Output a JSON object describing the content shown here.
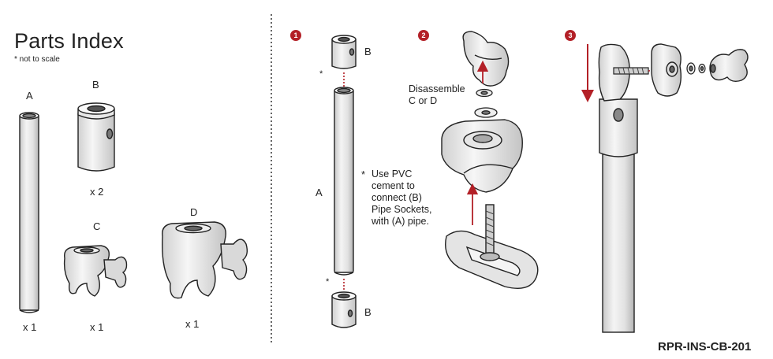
{
  "parts_index": {
    "title": "Parts Index",
    "note": "* not to scale",
    "parts": [
      {
        "letter": "A",
        "qty": "x 1"
      },
      {
        "letter": "B",
        "qty": "x 2"
      },
      {
        "letter": "C",
        "qty": "x 1"
      },
      {
        "letter": "D",
        "qty": "x 1"
      }
    ]
  },
  "steps": [
    {
      "number": "1",
      "labels": {
        "top": "B",
        "middle": "A",
        "bottom": "B"
      },
      "asterisk_top": "*",
      "asterisk_bottom": "*",
      "note_asterisk": "*",
      "note_lines": [
        "Use PVC",
        "cement to",
        "connect (B)",
        "Pipe Sockets,",
        "with (A) pipe."
      ]
    },
    {
      "number": "2",
      "instruction_lines": [
        "Disassemble",
        "C or D"
      ]
    },
    {
      "number": "3"
    }
  ],
  "document_code": "RPR-INS-CB-201",
  "colors": {
    "accent": "#b32027",
    "line": "#222222",
    "shade": "#d6d6d6"
  }
}
